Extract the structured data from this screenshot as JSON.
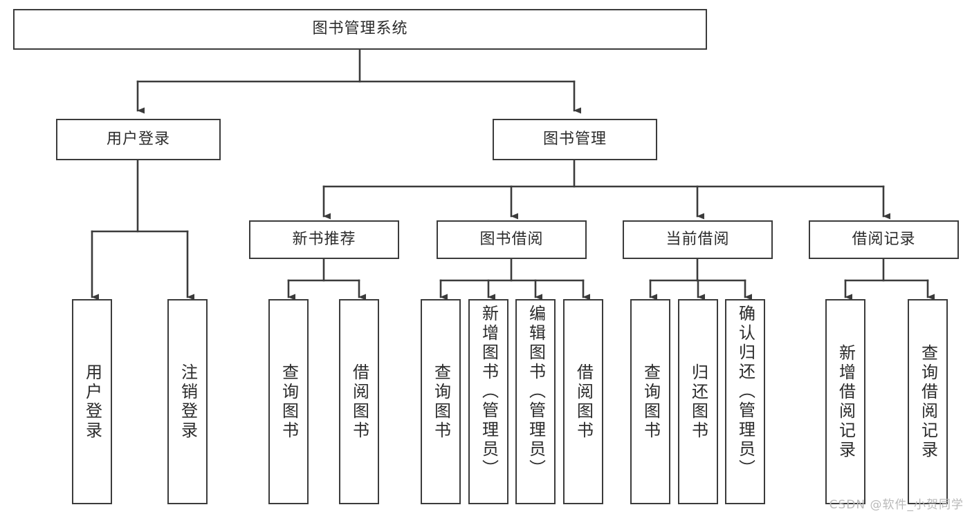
{
  "diagram": {
    "title": "图书管理系统",
    "type": "tree-hierarchy",
    "watermark": "CSDN @软件_小贺同学",
    "colors": {
      "background": "#ffffff",
      "box_border": "#3b3b3b",
      "box_fill": "#ffffff",
      "edge": "#3b3b3b",
      "text": "#2b2b2b",
      "watermark_text": "#b9b9b9"
    },
    "root": {
      "id": "root",
      "label": "图书管理系统"
    },
    "level2": [
      {
        "id": "user-login",
        "label": "用户登录"
      },
      {
        "id": "book-manage",
        "label": "图书管理"
      }
    ],
    "level3": [
      {
        "id": "new-book-recommend",
        "label": "新书推荐",
        "parent": "book-manage"
      },
      {
        "id": "book-borrow",
        "label": "图书借阅",
        "parent": "book-manage"
      },
      {
        "id": "current-borrow",
        "label": "当前借阅",
        "parent": "book-manage"
      },
      {
        "id": "borrow-record",
        "label": "借阅记录",
        "parent": "book-manage"
      }
    ],
    "leaves": {
      "user-login": [
        {
          "id": "leaf-user-login",
          "label": "用户登录"
        },
        {
          "id": "leaf-user-logout",
          "label": "注销登录"
        }
      ],
      "new-book-recommend": [
        {
          "id": "leaf-query-book-1",
          "label": "查询图书"
        },
        {
          "id": "leaf-borrow-book-1",
          "label": "借阅图书"
        }
      ],
      "book-borrow": [
        {
          "id": "leaf-query-book-2",
          "label": "查询图书"
        },
        {
          "id": "leaf-add-book",
          "label": "新增图书（管理员）"
        },
        {
          "id": "leaf-edit-book",
          "label": "编辑图书（管理员）"
        },
        {
          "id": "leaf-borrow-book-2",
          "label": "借阅图书"
        }
      ],
      "current-borrow": [
        {
          "id": "leaf-query-book-3",
          "label": "查询图书"
        },
        {
          "id": "leaf-return-book",
          "label": "归还图书"
        },
        {
          "id": "leaf-confirm-return",
          "label": "确认归还（管理员）"
        }
      ],
      "borrow-record": [
        {
          "id": "leaf-add-record",
          "label": "新增借阅记录"
        },
        {
          "id": "leaf-query-record",
          "label": "查询借阅记录"
        }
      ]
    }
  }
}
